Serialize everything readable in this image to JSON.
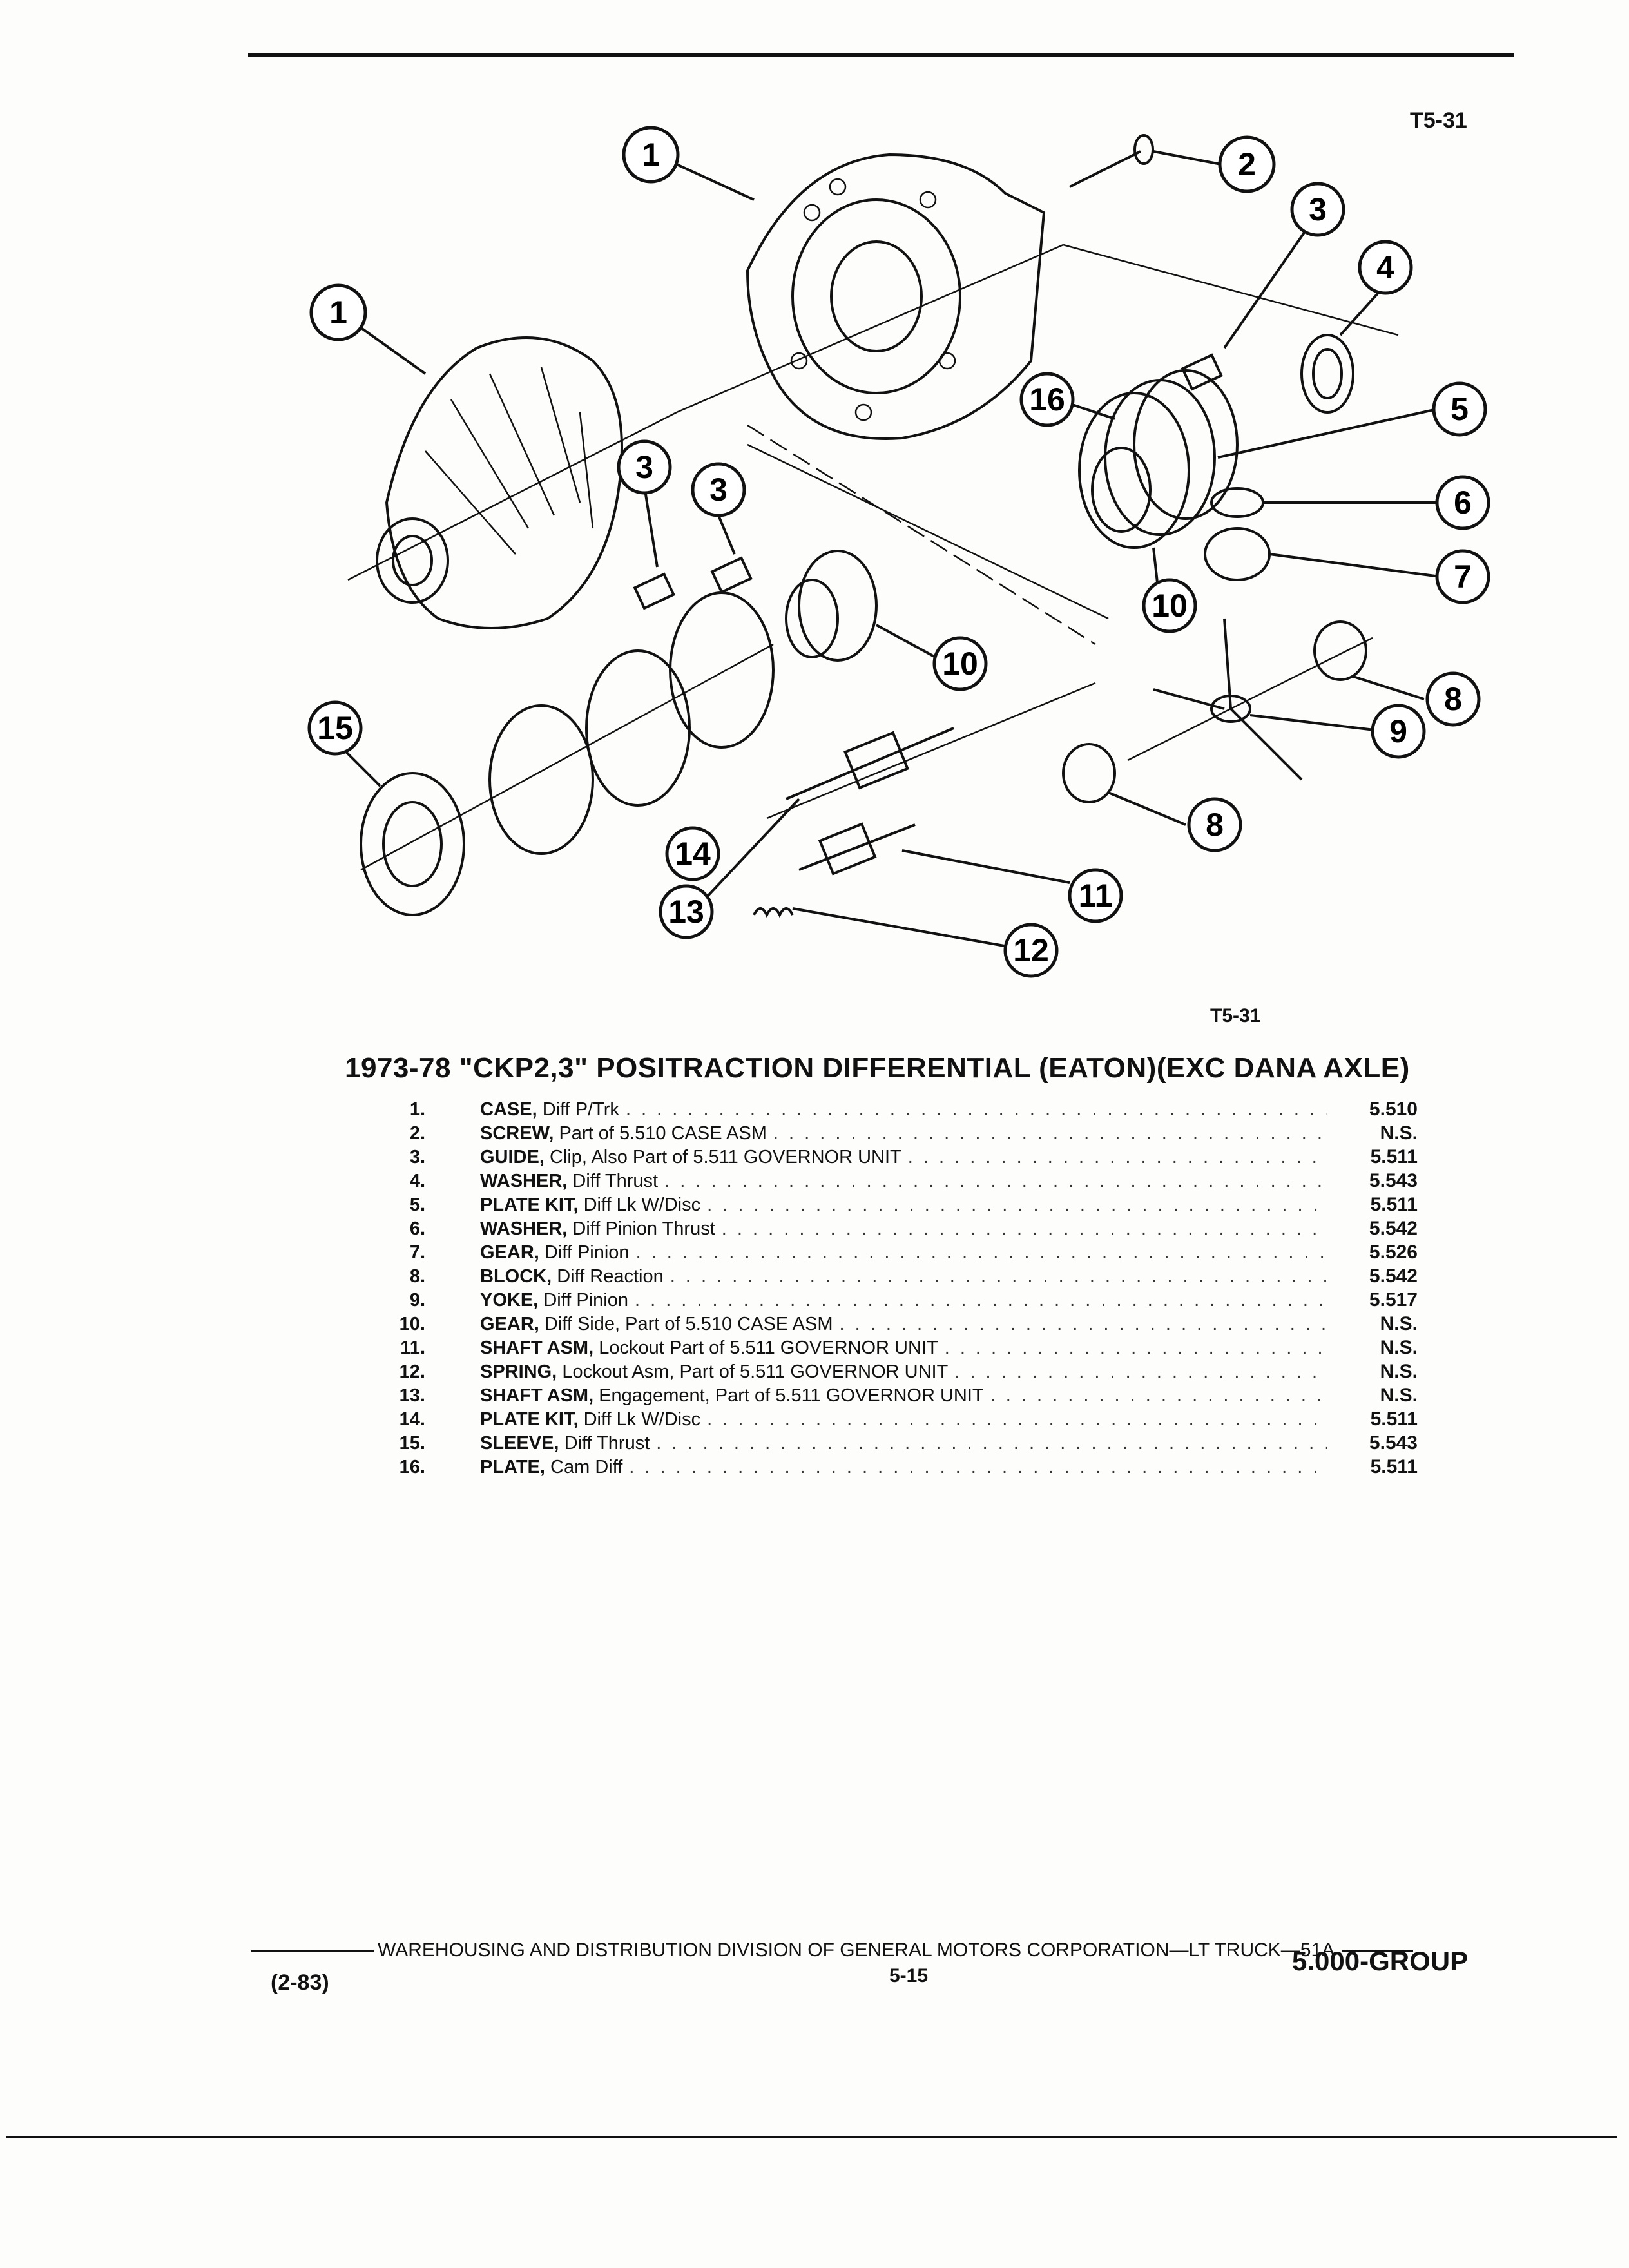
{
  "figure": {
    "code_top": "T5-31",
    "code_bottom": "T5-31",
    "callouts": [
      "1",
      "1",
      "2",
      "3",
      "3",
      "3",
      "4",
      "5",
      "6",
      "7",
      "8",
      "8",
      "9",
      "10",
      "10",
      "11",
      "12",
      "13",
      "14",
      "15",
      "16"
    ]
  },
  "title": "1973-78 \"CKP2,3\" POSITRACTION DIFFERENTIAL (EATON)(EXC DANA AXLE)",
  "parts": [
    {
      "num": "1.",
      "name": "CASE,",
      "desc": "Diff P/Trk",
      "ref": "5.510"
    },
    {
      "num": "2.",
      "name": "SCREW,",
      "desc": "Part of 5.510 CASE ASM",
      "ref": "N.S."
    },
    {
      "num": "3.",
      "name": "GUIDE,",
      "desc": "Clip, Also Part of 5.511 GOVERNOR UNIT",
      "ref": "5.511"
    },
    {
      "num": "4.",
      "name": "WASHER,",
      "desc": "Diff Thrust",
      "ref": "5.543"
    },
    {
      "num": "5.",
      "name": "PLATE KIT,",
      "desc": "Diff Lk W/Disc",
      "ref": "5.511"
    },
    {
      "num": "6.",
      "name": "WASHER,",
      "desc": "Diff Pinion Thrust",
      "ref": "5.542"
    },
    {
      "num": "7.",
      "name": "GEAR,",
      "desc": "Diff Pinion",
      "ref": "5.526"
    },
    {
      "num": "8.",
      "name": "BLOCK,",
      "desc": "Diff Reaction",
      "ref": "5.542"
    },
    {
      "num": "9.",
      "name": "YOKE,",
      "desc": "Diff Pinion",
      "ref": "5.517"
    },
    {
      "num": "10.",
      "name": "GEAR,",
      "desc": "Diff Side, Part of 5.510 CASE ASM",
      "ref": "N.S."
    },
    {
      "num": "11.",
      "name": "SHAFT ASM,",
      "desc": "Lockout Part of 5.511 GOVERNOR UNIT",
      "ref": "N.S."
    },
    {
      "num": "12.",
      "name": "SPRING,",
      "desc": "Lockout Asm, Part of 5.511 GOVERNOR UNIT",
      "ref": "N.S."
    },
    {
      "num": "13.",
      "name": "SHAFT ASM,",
      "desc": "Engagement, Part of 5.511 GOVERNOR UNIT",
      "ref": "N.S."
    },
    {
      "num": "14.",
      "name": "PLATE KIT,",
      "desc": "Diff Lk W/Disc",
      "ref": "5.511"
    },
    {
      "num": "15.",
      "name": "SLEEVE,",
      "desc": "Diff Thrust",
      "ref": "5.543"
    },
    {
      "num": "16.",
      "name": "PLATE,",
      "desc": "Cam Diff",
      "ref": "5.511"
    }
  ],
  "footer": {
    "line": "WAREHOUSING AND DISTRIBUTION  DIVISION OF GENERAL MOTORS CORPORATION—LT TRUCK—51A",
    "date": "(2-83)",
    "page": "5-15",
    "group": "5.000-GROUP"
  }
}
